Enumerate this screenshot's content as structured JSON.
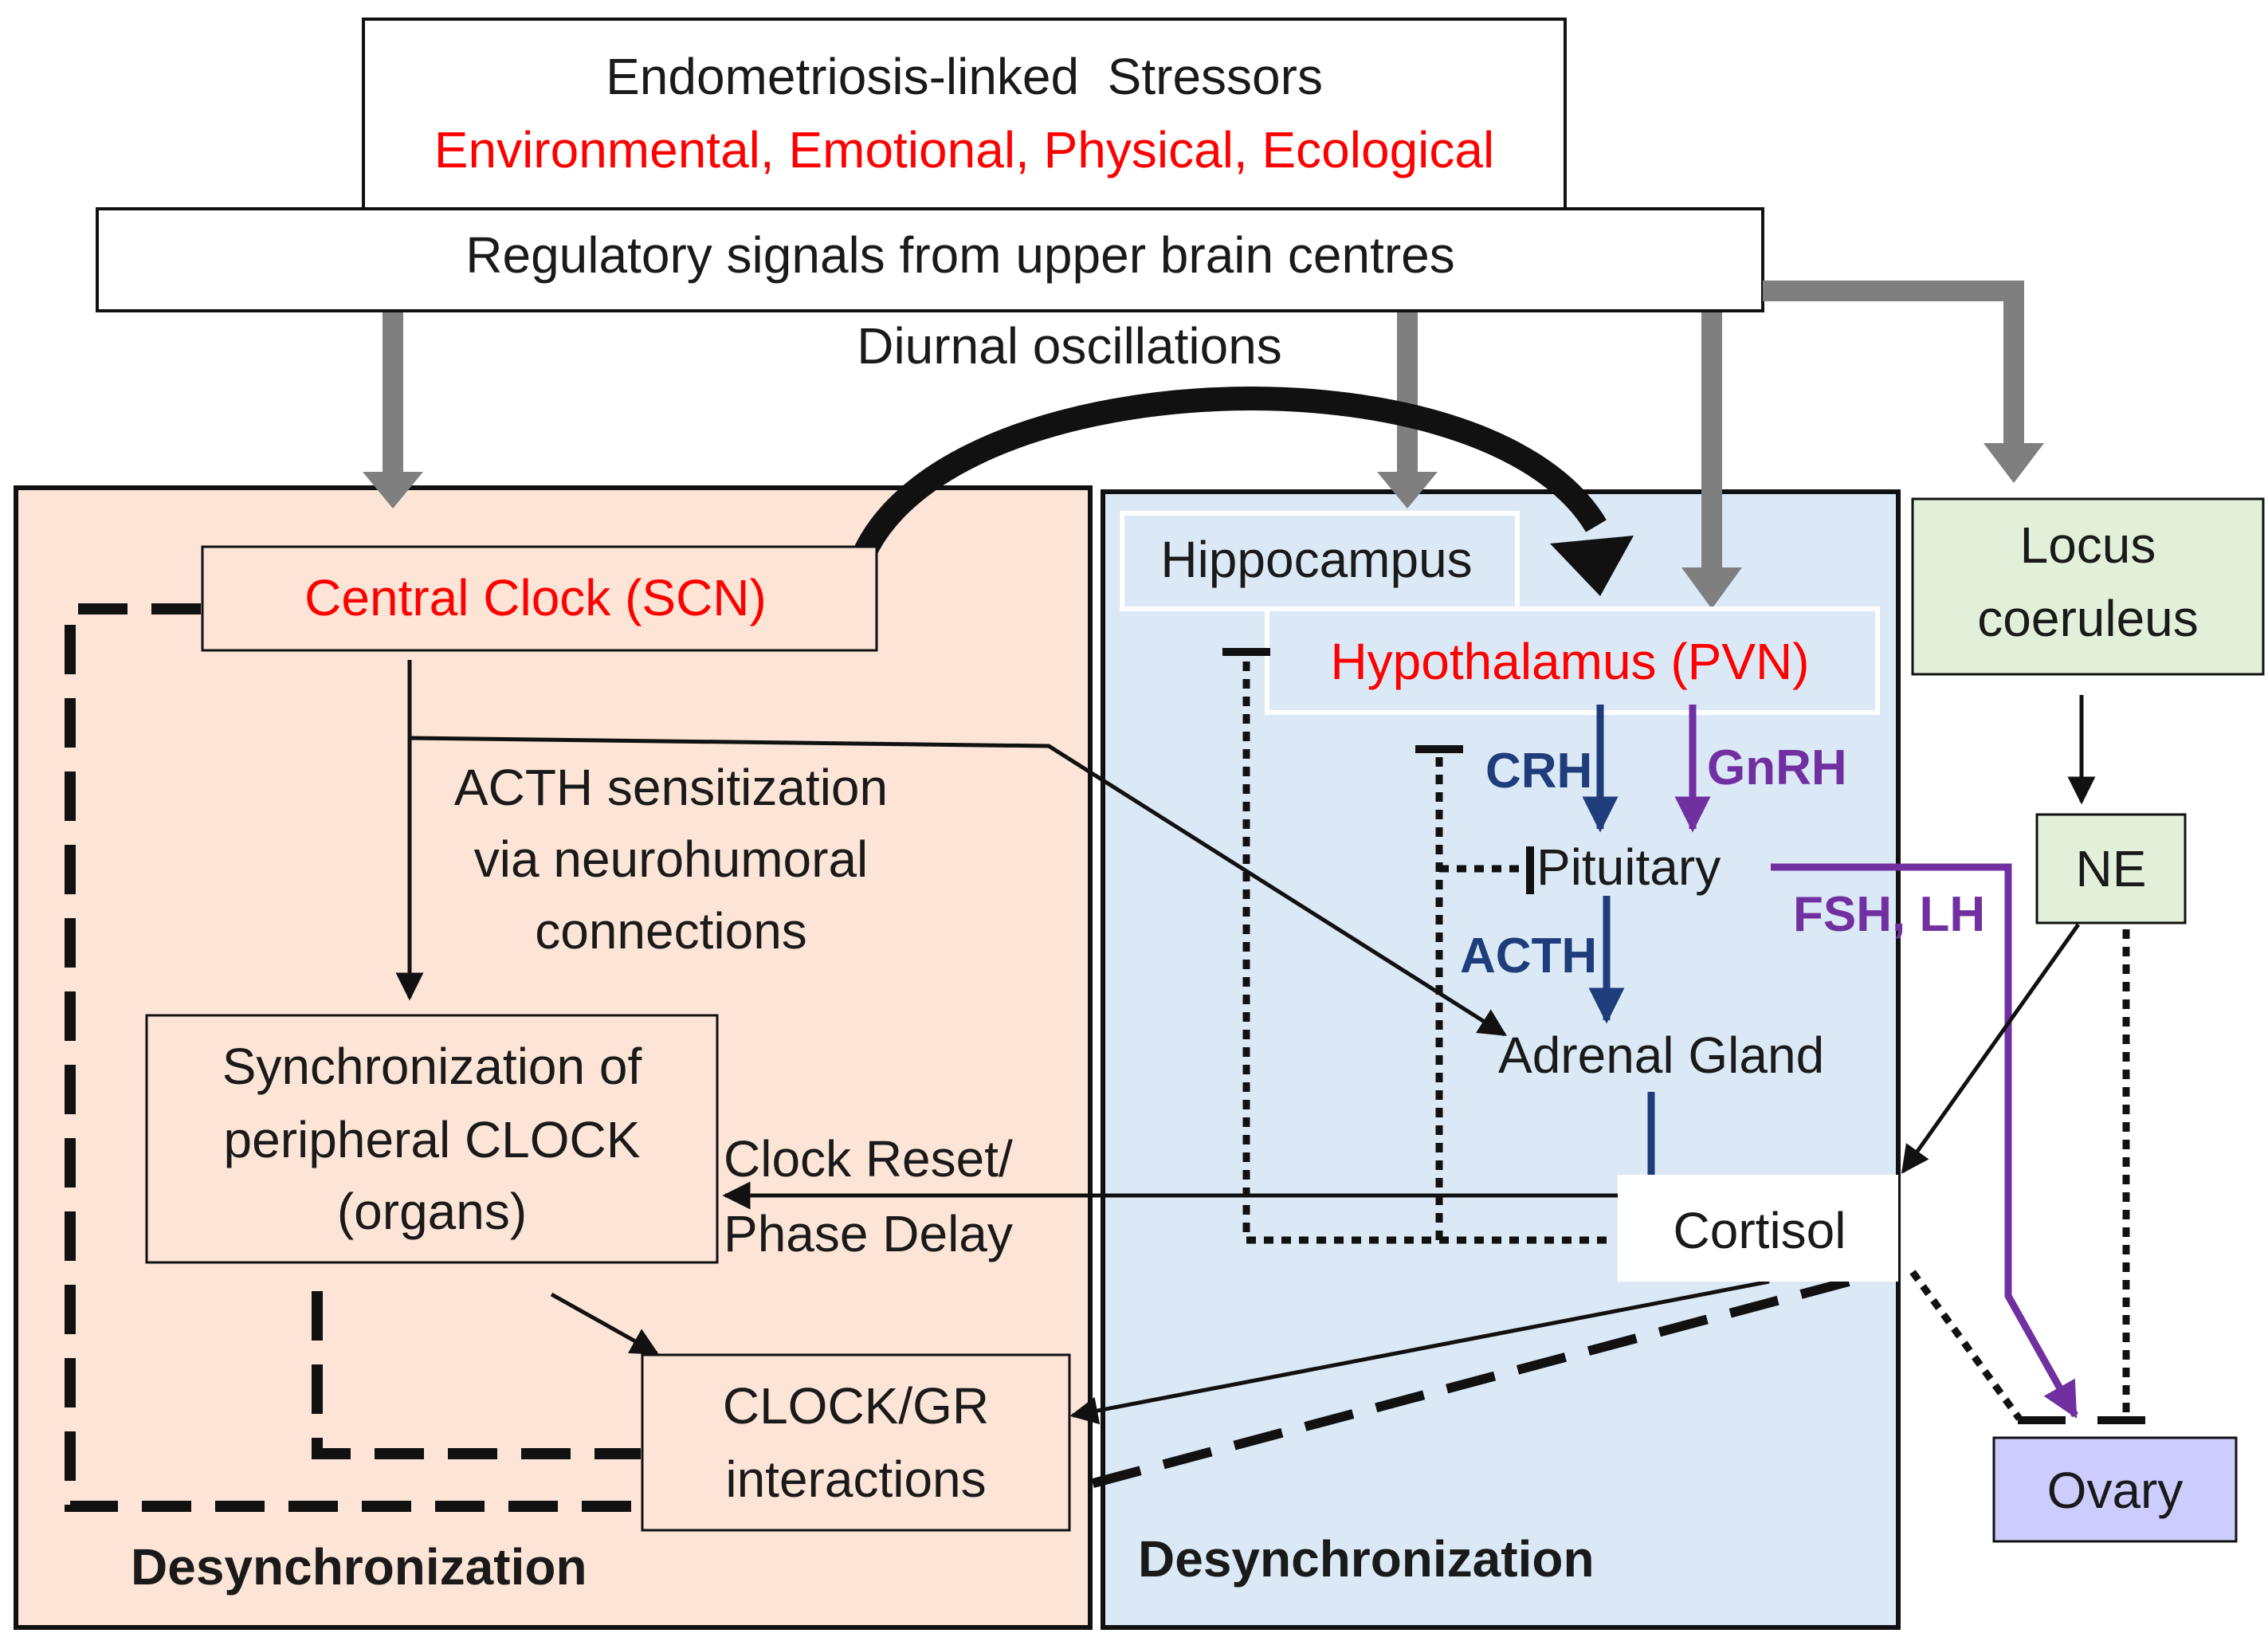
{
  "stressors": {
    "title": "Endometriosis-linked  Stressors",
    "types": "Environmental, Emotional, Physical, Ecological"
  },
  "regulatory_signals": "Regulatory signals from upper brain centres",
  "diurnal_oscillations": "Diurnal oscillations",
  "left_panel": {
    "central_clock": "Central Clock (SCN)",
    "acth_sensitization": [
      "ACTH sensitization",
      "via neurohumoral",
      "connections"
    ],
    "synchronization": [
      "Synchronization of",
      "peripheral CLOCK",
      "(organs)"
    ],
    "clock_reset": [
      "Clock Reset/",
      "Phase Delay"
    ],
    "clock_gr": [
      "CLOCK/GR",
      "interactions"
    ],
    "desynchronization": "Desynchronization"
  },
  "middle_panel": {
    "hippocampus": "Hippocampus",
    "hypothalamus": "Hypothalamus (PVN)",
    "crh": "CRH",
    "gnrh": "GnRH",
    "pituitary": "Pituitary",
    "acth": "ACTH",
    "fsh_lh": "FSH, LH",
    "adrenal": "Adrenal Gland",
    "cortisol": "Cortisol",
    "desynchronization": "Desynchronization"
  },
  "right_panel": {
    "locus_coeruleus": [
      "Locus",
      "coeruleus"
    ],
    "ne": "NE",
    "ovary": "Ovary"
  },
  "colors": {
    "left_panel_fill": "#fce4d6",
    "middle_panel_fill": "#dbe9f7",
    "locus_fill": "#e2f0d9",
    "ovary_fill": "#ccccff",
    "gray_arrow": "#7f7f7f",
    "highlight_red": "#ff0000",
    "hormone_blue": "#1f3d7a",
    "hormone_purple": "#7030a0"
  }
}
